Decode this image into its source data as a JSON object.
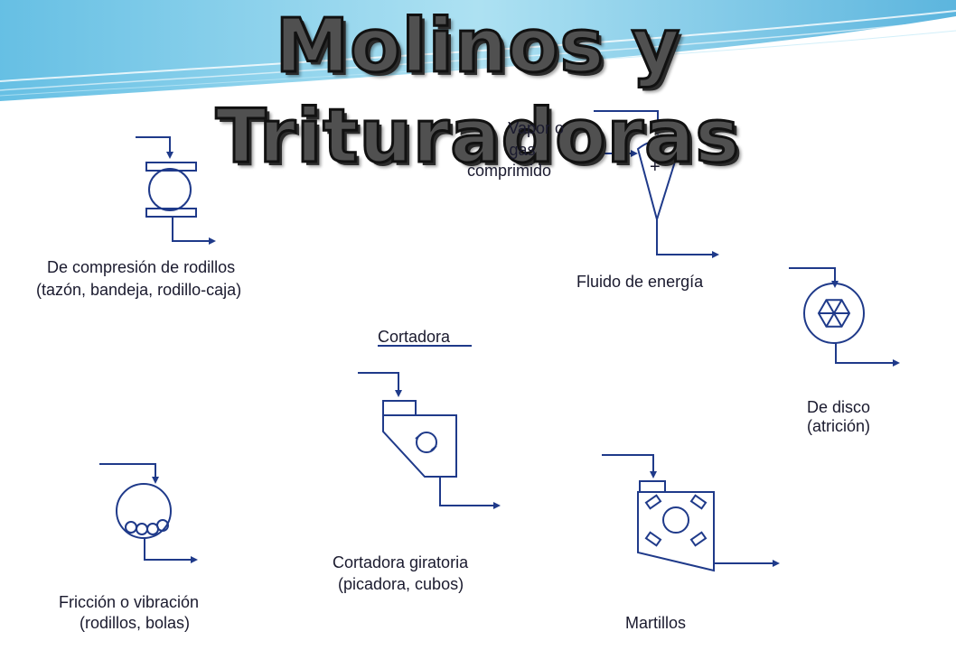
{
  "slide": {
    "title": "Molinos y Trituradoras"
  },
  "equipment": {
    "compresion_rodillos": {
      "name": "De compresión de rodillos",
      "detail": "(tazón, bandeja, rodillo-caja)"
    },
    "fluido_energia": {
      "input_label_1": "Vapor o",
      "input_label_2": "gas",
      "input_label_3": "comprimido",
      "plus_sign": "+",
      "name": "Fluido de energía"
    },
    "disco": {
      "name": "De disco",
      "detail": "(atrición)"
    },
    "cortadora": {
      "heading": "Cortadora",
      "name": "Cortadora giratoria",
      "detail": "(picadora, cubos)"
    },
    "friccion": {
      "name": "Fricción o vibración",
      "detail": "(rodillos, bolas)"
    },
    "martillos": {
      "name": "Martillos"
    }
  },
  "colors": {
    "line": "#1f3a8a",
    "text": "#1a1a2e",
    "title_fill": "#505050",
    "header_swoosh": "#5fc3e4"
  }
}
